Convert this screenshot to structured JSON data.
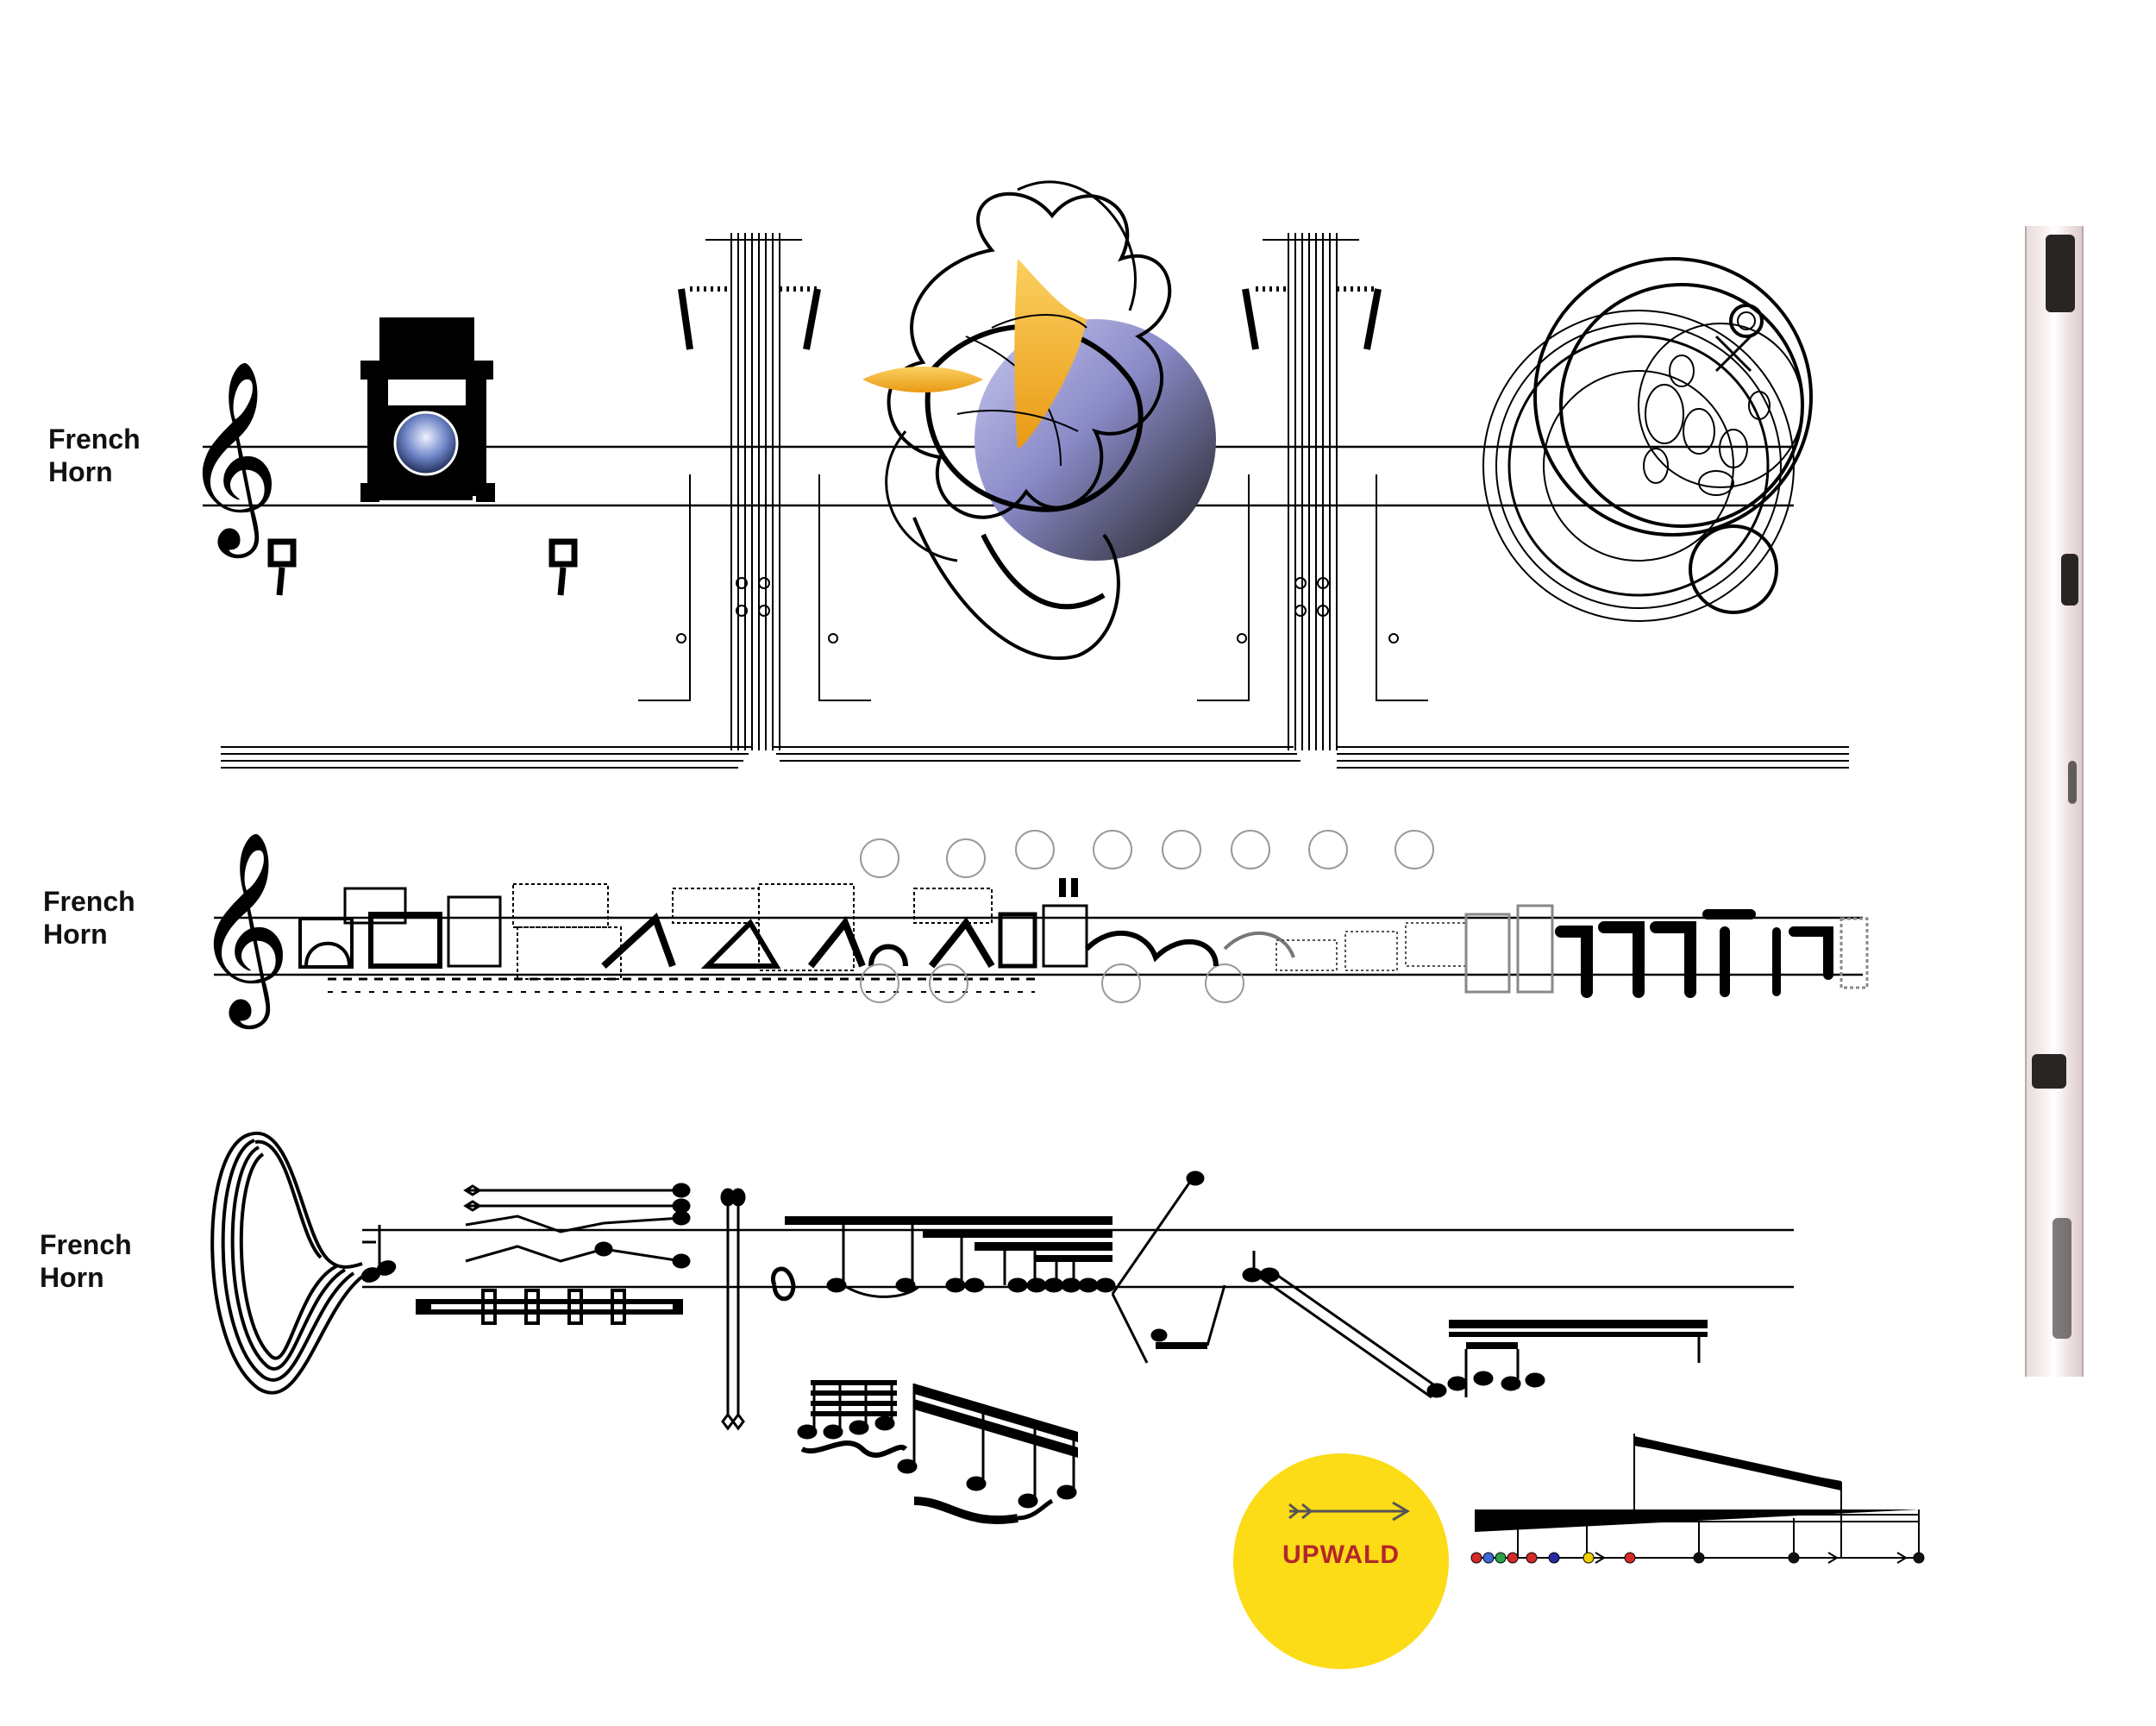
{
  "staves": [
    {
      "instrument_line1": "French",
      "instrument_line2": "Horn"
    },
    {
      "instrument_line1": "French",
      "instrument_line2": "Horn"
    },
    {
      "instrument_line1": "French",
      "instrument_line2": "Horn"
    }
  ],
  "clef_glyph": "𝄞",
  "badge": {
    "label": "UPWALD",
    "color": "#fbdc17",
    "text_color": "#b3262b"
  },
  "colors": {
    "accent_yellow": "#f5b82a",
    "accent_lavender": "#8f8fd0",
    "ink": "#000000"
  },
  "icons": [
    "treble-clef-icon",
    "arrow-right-icon"
  ]
}
